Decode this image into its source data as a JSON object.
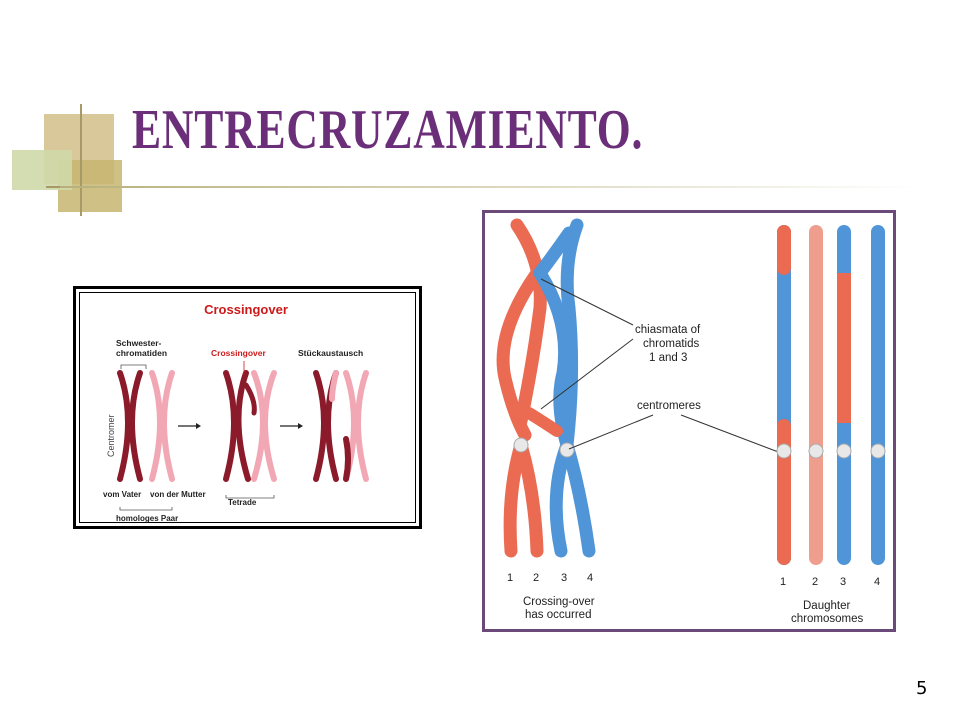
{
  "slide": {
    "title": "ENTRECRUZAMIENTO.",
    "number": "5"
  },
  "left_figure": {
    "heading": "Crossingover",
    "label_sister_line1": "Schwester-",
    "label_sister_line2": "chromatiden",
    "label_crossingover": "Crossingover",
    "label_exchange": "Stückaustausch",
    "label_centromere": "Centromer",
    "label_father": "vom Vater",
    "label_mother": "von der Mutter",
    "label_tetrad": "Tetrade",
    "label_homologous": "homologes Paar",
    "colors": {
      "dark": "#8b1a2a",
      "light": "#f2a7b5",
      "heading": "#cc1a1a"
    }
  },
  "right_figure": {
    "label_chiasmata_line1": "chiasmata of",
    "label_chiasmata_line2": "chromatids",
    "label_chiasmata_line3": "1 and 3",
    "label_centromeres": "centromeres",
    "left_numbers": [
      "1",
      "2",
      "3",
      "4"
    ],
    "right_numbers": [
      "1",
      "2",
      "3",
      "4"
    ],
    "caption_left_line1": "Crossing-over",
    "caption_left_line2": "has occurred",
    "caption_right_line1": "Daughter",
    "caption_right_line2": "chromosomes",
    "colors": {
      "red": "#ea6a52",
      "blue": "#4f95d8",
      "border": "#6b4a7a"
    }
  }
}
